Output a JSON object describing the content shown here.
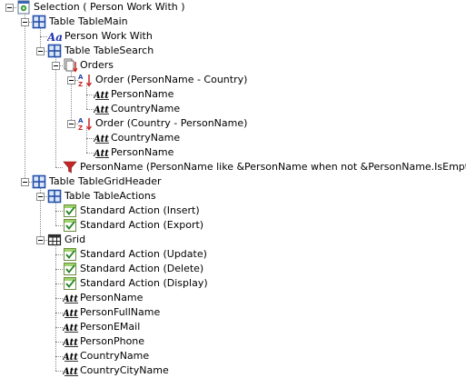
{
  "tree": {
    "nodes": [
      {
        "label": "Selection ( Person Work With )",
        "icon": "selection-icon"
      },
      {
        "label": "Table TableMain",
        "icon": "table-icon"
      },
      {
        "label": "Person Work With",
        "icon": "text-block-icon"
      },
      {
        "label": "Table TableSearch",
        "icon": "table-icon"
      },
      {
        "label": "Orders",
        "icon": "orders-icon"
      },
      {
        "label": "Order (PersonName - Country)",
        "icon": "sort-order-icon"
      },
      {
        "label": "PersonName",
        "icon": "attribute-icon",
        "badge": "Att"
      },
      {
        "label": "CountryName",
        "icon": "attribute-icon",
        "badge": "Att"
      },
      {
        "label": "Order (Country - PersonName)",
        "icon": "sort-order-icon"
      },
      {
        "label": "CountryName",
        "icon": "attribute-icon",
        "badge": "Att"
      },
      {
        "label": "PersonName",
        "icon": "attribute-icon",
        "badge": "Att"
      },
      {
        "label": "PersonName (PersonName like &PersonName when not &PersonName.IsEmpty())",
        "icon": "filter-icon"
      },
      {
        "label": "Table TableGridHeader",
        "icon": "table-icon"
      },
      {
        "label": "Table TableActions",
        "icon": "table-icon"
      },
      {
        "label": "Standard Action (Insert)",
        "icon": "standard-action-icon"
      },
      {
        "label": "Standard Action (Export)",
        "icon": "standard-action-icon"
      },
      {
        "label": "Grid",
        "icon": "grid-icon"
      },
      {
        "label": "Standard Action (Update)",
        "icon": "standard-action-icon"
      },
      {
        "label": "Standard Action (Delete)",
        "icon": "standard-action-icon"
      },
      {
        "label": "Standard Action (Display)",
        "icon": "standard-action-icon"
      },
      {
        "label": "PersonName",
        "icon": "attribute-icon",
        "badge": "Att"
      },
      {
        "label": "PersonFullName",
        "icon": "attribute-icon",
        "badge": "Att"
      },
      {
        "label": "PersonEMail",
        "icon": "attribute-icon",
        "badge": "Att"
      },
      {
        "label": "PersonPhone",
        "icon": "attribute-icon",
        "badge": "Att"
      },
      {
        "label": "CountryName",
        "icon": "attribute-icon",
        "badge": "Att"
      },
      {
        "label": "CountryCityName",
        "icon": "attribute-icon",
        "badge": "Att"
      }
    ]
  }
}
